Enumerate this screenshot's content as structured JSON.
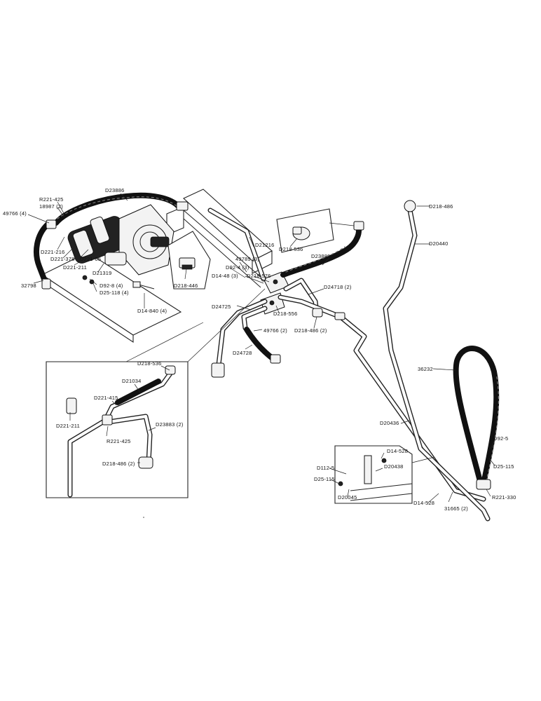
{
  "labels": {
    "l01": "D23886",
    "l02": "R221-425",
    "l03": "18987 (2)",
    "l04": "49766 (4)",
    "l05": "D221-216",
    "l06": "D221-378",
    "l07": "D221-65",
    "l08": "D221-211",
    "l09": "D21319",
    "l10": "32798",
    "l11": "D92-8 (4)",
    "l12": "D25-118 (4)",
    "l13": "D14-840 (4)",
    "l14": "D218-446",
    "l15": "D21216",
    "l16": "D218-536",
    "l17": "D23889",
    "l18": "49789 (3)",
    "l19": "D92-4 (3)",
    "l20": "D14-48 (3)",
    "l21": "D218-576",
    "l22": "D24718 (2)",
    "l23": "D24725",
    "l24": "D218-556",
    "l25": "D218-486 (2)",
    "l26": "49766 (2)",
    "l27": "D24728",
    "l28": "D218-486",
    "l29": "D20440",
    "l30": "36232",
    "l31": "D20436",
    "l32": "D92-5",
    "l33": "D25-115",
    "l34": "R221-330",
    "l35": "31665 (2)",
    "l36": "D14-528",
    "l37": "D14-528",
    "l38": "D20438",
    "l39": "D112-5",
    "l40": "D25-115",
    "l41": "D20045",
    "l42": "D218-536",
    "l43": "D21034",
    "l44": "D221-415",
    "l45": "D221-211",
    "l46": "R221-425",
    "l47": "D23883 (2)",
    "l48": "D218-486 (2)"
  }
}
